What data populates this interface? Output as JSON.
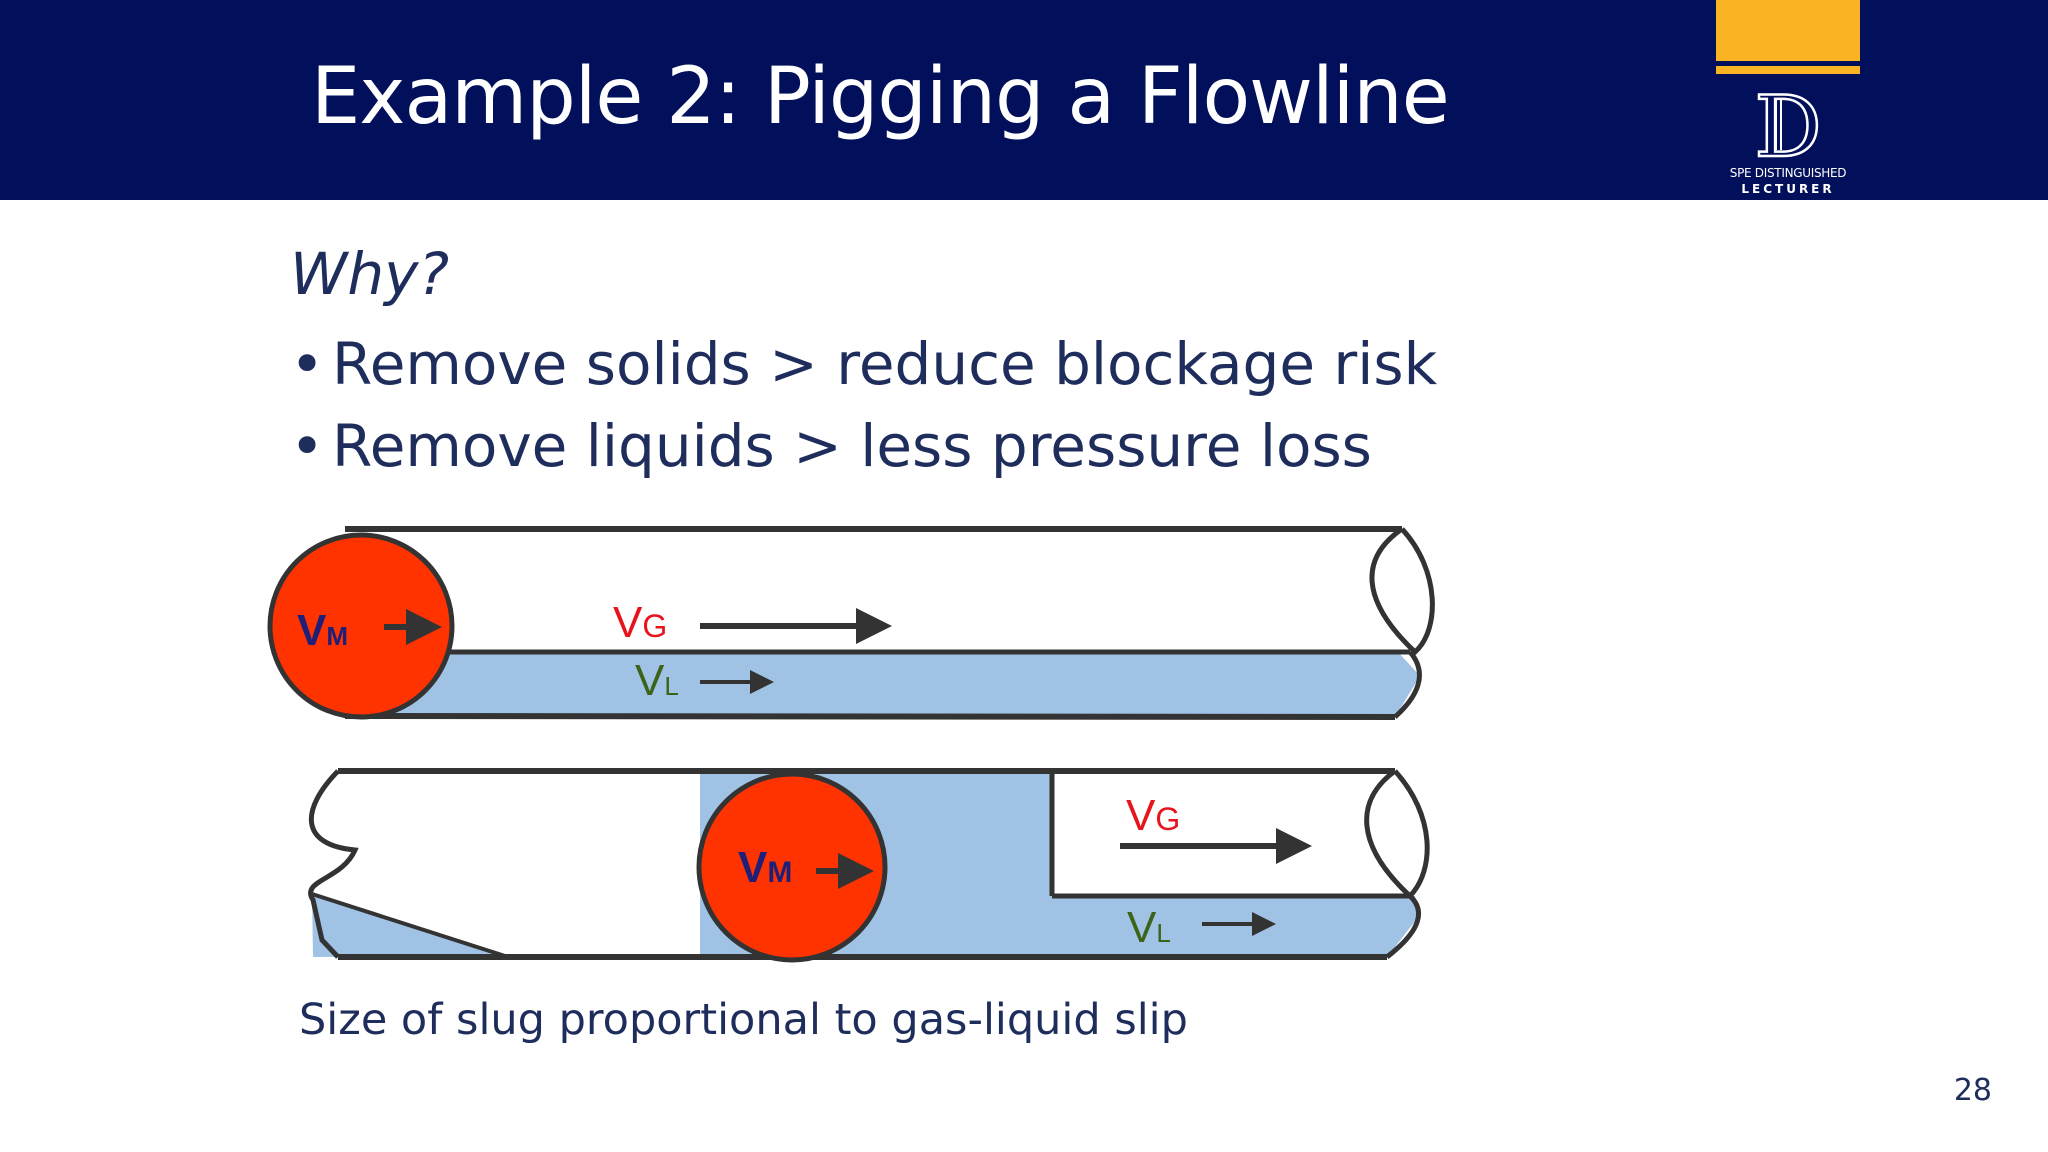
{
  "slide": {
    "title": "Example 2: Pigging a Flowline",
    "why": "Why?",
    "bullets": [
      "Remove solids > reduce blockage risk",
      "Remove liquids > less pressure loss"
    ],
    "caption": "Size of slug proportional to gas-liquid slip",
    "page_number": "28"
  },
  "logo": {
    "letter": "D",
    "line1": "SPE DISTINGUISHED",
    "line2": "LECTURER"
  },
  "diagram": {
    "top_pipe": {
      "pig": {
        "main": "V",
        "sub": "M"
      },
      "gas": {
        "main": "V",
        "sub": "G"
      },
      "liquid": {
        "main": "V",
        "sub": "L"
      }
    },
    "bottom_pipe": {
      "pig": {
        "main": "V",
        "sub": "M"
      },
      "gas": {
        "main": "V",
        "sub": "G"
      },
      "liquid": {
        "main": "V",
        "sub": "L"
      }
    }
  },
  "colors": {
    "header": "#020f5a",
    "accent": "#fbb424",
    "pig": "#ff3300",
    "liquid": "#9fc2e5",
    "gas_label": "#e8141c",
    "liquid_label": "#3c6418",
    "pig_label": "#1f1f7a",
    "text": "#1f2d5c"
  }
}
